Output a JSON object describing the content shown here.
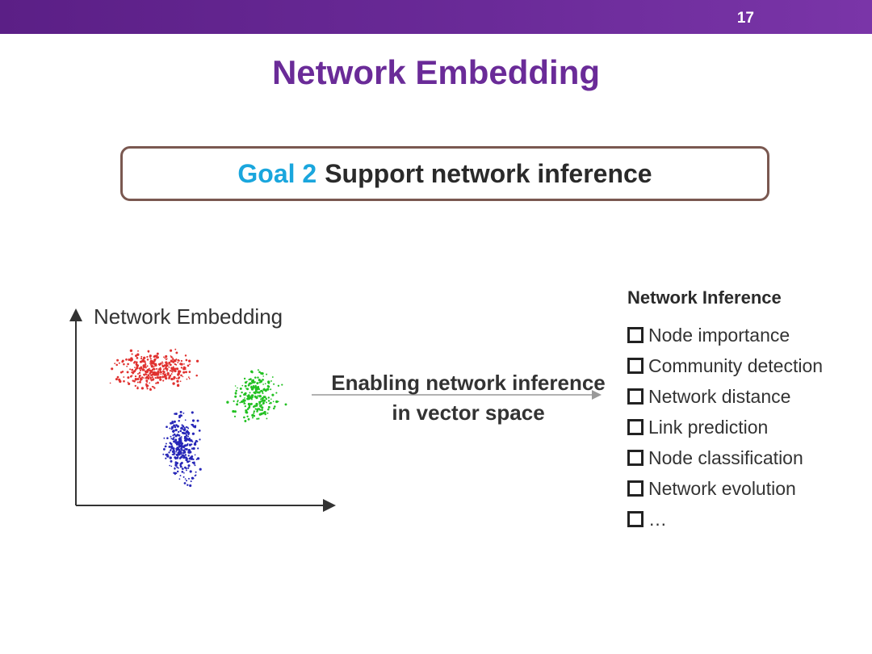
{
  "slide": {
    "page_number": "17",
    "title": "Network Embedding"
  },
  "goal": {
    "prefix": "Goal 2",
    "text": "Support network inference"
  },
  "embedding": {
    "label": "Network Embedding",
    "clusters": [
      {
        "name": "red",
        "color": "#e0312f"
      },
      {
        "name": "green",
        "color": "#22c122"
      },
      {
        "name": "blue",
        "color": "#2727b8"
      }
    ]
  },
  "arrow": {
    "line1": "Enabling network inference",
    "line2": "in vector space"
  },
  "inference": {
    "title": "Network Inference",
    "items": [
      "Node importance",
      "Community detection",
      "Network distance",
      "Link prediction",
      "Node classification",
      "Network evolution",
      "…"
    ]
  },
  "colors": {
    "header_bar": "#5b1f86",
    "title": "#6a2b98",
    "goal_prefix": "#1aa6dd",
    "goal_border": "#7a5850"
  }
}
